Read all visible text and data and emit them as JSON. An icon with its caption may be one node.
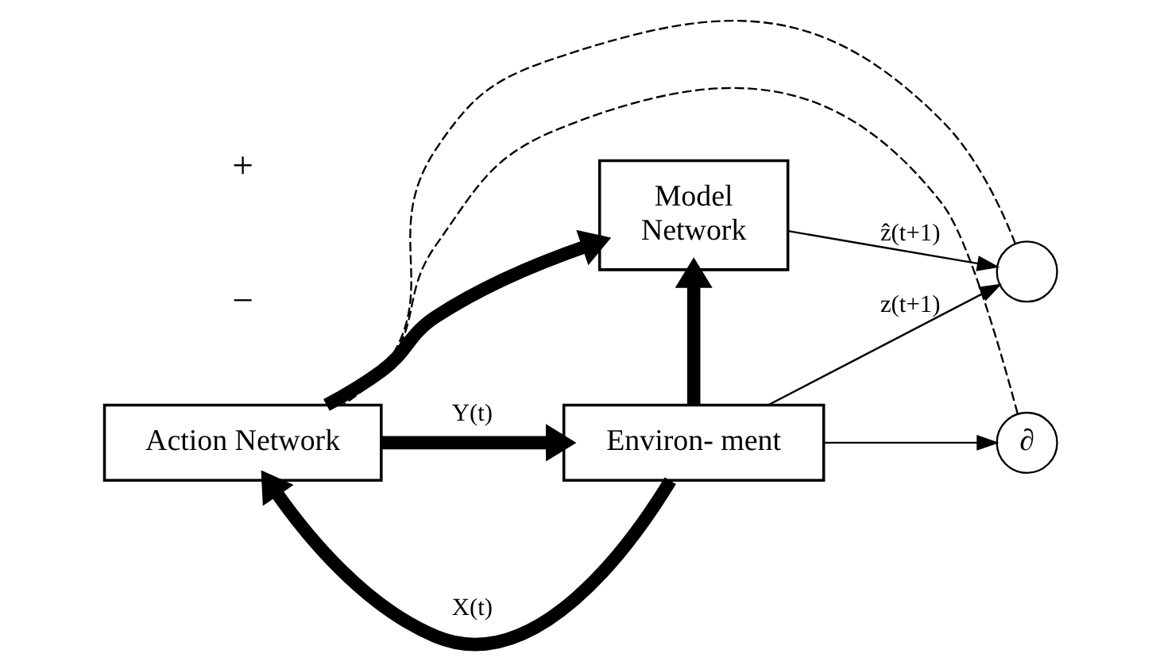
{
  "diagram": {
    "nodes": [
      {
        "text": [
          "Model",
          "Network"
        ]
      },
      {
        "text": [],
        "shape": "circle"
      },
      {
        "text": [
          "∂"
        ]
      },
      {
        "text": [
          "Action Network"
        ]
      },
      {
        "text": [
          "Environ- ment"
        ]
      }
    ],
    "edges": [
      {
        "from": 4,
        "to": 3,
        "arrow": "to",
        "label": "X(t)",
        "style": "thick"
      },
      {
        "from": 4,
        "to": 0,
        "arrow": "to",
        "style": "thick"
      },
      {
        "from": 3,
        "to": 4,
        "arrow": "to",
        "label": "Y(t)",
        "style": "thick"
      },
      {
        "from": 3,
        "to": 0,
        "arrow": "to",
        "style": "thick"
      },
      {
        "from": 0,
        "to": 1,
        "arrow": "to",
        "label": "ẑ(t+1)"
      },
      {
        "from": 4,
        "to": 1,
        "arrow": "to",
        "label": "z(t+1)"
      },
      {
        "from": 4,
        "to": 2,
        "arrow": "to"
      },
      {
        "from": 2,
        "to": 3,
        "arrow": "none",
        "style": "dashed"
      },
      {
        "from": 1,
        "to": 3,
        "arrow": "none",
        "style": "dashed"
      }
    ],
    "labels": [
      "−",
      "+"
    ]
  }
}
